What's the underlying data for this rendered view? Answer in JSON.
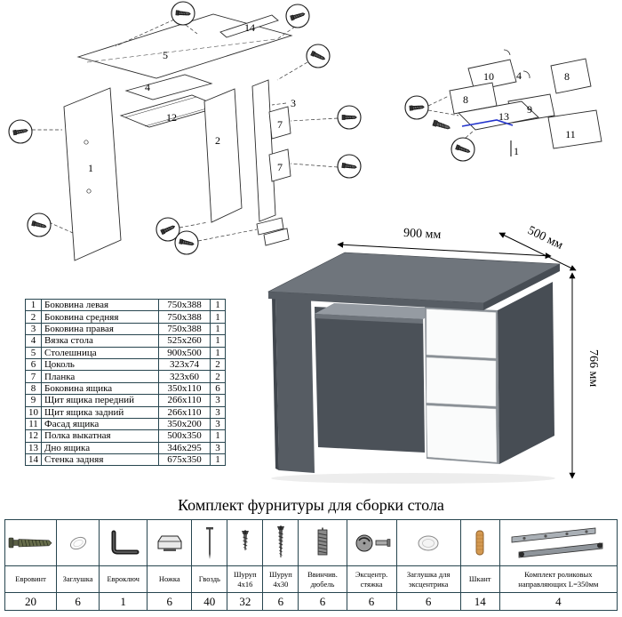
{
  "colors": {
    "desk_top": "#6f757c",
    "desk_body": "#565c63",
    "desk_dark": "#474d54",
    "drawer_white": "#fafbfb",
    "tray_gray": "#959ba2",
    "highlight_blue": "#2233cc"
  },
  "desk_dimensions": {
    "width": "900 мм",
    "depth": "500 мм",
    "height": "766 мм"
  },
  "diagram_desk_labels": {
    "p1": "1",
    "p2": "2",
    "p3": "3",
    "p4": "4",
    "p5": "5",
    "p7a": "7",
    "p7b": "7",
    "p12": "12",
    "p14": "14"
  },
  "diagram_drawer_labels": {
    "p1": "1",
    "p4": "4",
    "p8a": "8",
    "p8b": "8",
    "p9": "9",
    "p10": "10",
    "p11": "11",
    "p13": "13"
  },
  "parts_table": {
    "rows": [
      {
        "num": "1",
        "name": "Боковина левая",
        "size": "750x388",
        "qty": "1"
      },
      {
        "num": "2",
        "name": "Боковина средняя",
        "size": "750x388",
        "qty": "1"
      },
      {
        "num": "3",
        "name": "Боковина правая",
        "size": "750x388",
        "qty": "1"
      },
      {
        "num": "4",
        "name": "Вязка стола",
        "size": "525x260",
        "qty": "1"
      },
      {
        "num": "5",
        "name": "Столешница",
        "size": "900x500",
        "qty": "1"
      },
      {
        "num": "6",
        "name": "Цоколь",
        "size": "323x74",
        "qty": "2"
      },
      {
        "num": "7",
        "name": "Планка",
        "size": "323x60",
        "qty": "2"
      },
      {
        "num": "8",
        "name": "Боковина ящика",
        "size": "350x110",
        "qty": "6"
      },
      {
        "num": "9",
        "name": "Щит ящика передний",
        "size": "266x110",
        "qty": "3"
      },
      {
        "num": "10",
        "name": "Щит ящика задний",
        "size": "266x110",
        "qty": "3"
      },
      {
        "num": "11",
        "name": "Фасад ящика",
        "size": "350x200",
        "qty": "3"
      },
      {
        "num": "12",
        "name": "Полка выкатная",
        "size": "500x350",
        "qty": "1"
      },
      {
        "num": "13",
        "name": "Дно ящика",
        "size": "346x295",
        "qty": "3"
      },
      {
        "num": "14",
        "name": "Стенка задняя",
        "size": "675x350",
        "qty": "1"
      }
    ]
  },
  "hardware": {
    "title": "Комплект фурнитуры для сборки стола",
    "items": [
      {
        "label": "Евровинт",
        "qty": "20",
        "icon": "euroscrew-icon"
      },
      {
        "label": "Заглушка",
        "qty": "6",
        "icon": "cap-icon"
      },
      {
        "label": "Евроключ",
        "qty": "1",
        "icon": "hexkey-icon"
      },
      {
        "label": "Ножка",
        "qty": "6",
        "icon": "leg-icon"
      },
      {
        "label": "Гвоздь",
        "qty": "40",
        "icon": "nail-icon"
      },
      {
        "label": "Шуруп 4х16",
        "qty": "32",
        "icon": "screw-4x16-icon"
      },
      {
        "label": "Шуруп 4х30",
        "qty": "6",
        "icon": "screw-4x30-icon"
      },
      {
        "label": "Ввинчив. дюбель",
        "qty": "6",
        "icon": "threaded-dowel-icon"
      },
      {
        "label": "Эксцентр. стяжка",
        "qty": "6",
        "icon": "cam-lock-icon"
      },
      {
        "label": "Заглушка для эксцентрика",
        "qty": "6",
        "icon": "cam-cap-icon"
      },
      {
        "label": "Шкант",
        "qty": "14",
        "icon": "wood-dowel-icon"
      },
      {
        "label": "Комплект роликовых направляющих L=350мм",
        "qty": "4",
        "icon": "roller-guides-icon"
      }
    ]
  }
}
